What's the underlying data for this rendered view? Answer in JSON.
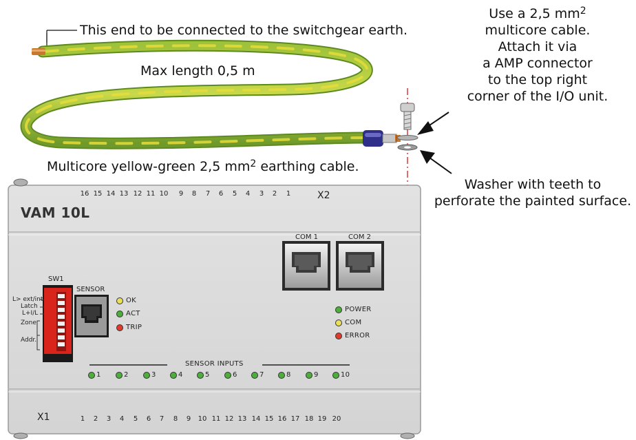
{
  "annotations": {
    "switchgear_end": "This end to be connected to the switchgear earth.",
    "max_length": "Max length 0,5 m",
    "cable_desc": "Multicore yellow-green 2,5 mm",
    "cable_desc_sup": "2",
    "cable_desc_tail": "earthing cable.",
    "use_cable_lines": [
      "Use a 2,5 mm",
      "multicore cable.",
      "Attach it via",
      "a AMP connector",
      "to the top right",
      "corner of the I/O unit."
    ],
    "use_cable_sup": "2",
    "washer_lines": [
      "Washer with teeth to",
      "perforate the painted surface."
    ]
  },
  "device": {
    "model": "VAM 10L",
    "x1_label": "X1",
    "x2_label": "X2",
    "x2_terminals": [
      "16",
      "15",
      "14",
      "13",
      "12",
      "11",
      "10",
      "9",
      "8",
      "7",
      "6",
      "5",
      "4",
      "3",
      "2",
      "1"
    ],
    "x1_terminals": [
      "1",
      "2",
      "3",
      "4",
      "5",
      "6",
      "7",
      "8",
      "9",
      "10",
      "11",
      "12",
      "13",
      "14",
      "15",
      "16",
      "17",
      "18",
      "19",
      "20"
    ],
    "com_ports": [
      "COM 1",
      "COM 2"
    ],
    "sw1_label": "SW1",
    "sw1_labels": [
      "L> ext/int",
      "Latch",
      "L+I/L",
      "Zone",
      "Addr."
    ],
    "sensor_label": "SENSOR",
    "sensor_leds": [
      {
        "label": "OK",
        "color": "#e8e05a"
      },
      {
        "label": "ACT",
        "color": "#4caf3a"
      },
      {
        "label": "TRIP",
        "color": "#e23a2a"
      }
    ],
    "status_leds": [
      {
        "label": "POWER",
        "color": "#4caf3a"
      },
      {
        "label": "COM",
        "color": "#e8e05a"
      },
      {
        "label": "ERROR",
        "color": "#e23a2a"
      }
    ],
    "sensor_inputs_label": "SENSOR INPUTS",
    "sensor_inputs": [
      "1",
      "2",
      "3",
      "4",
      "5",
      "6",
      "7",
      "8",
      "9",
      "10"
    ]
  }
}
